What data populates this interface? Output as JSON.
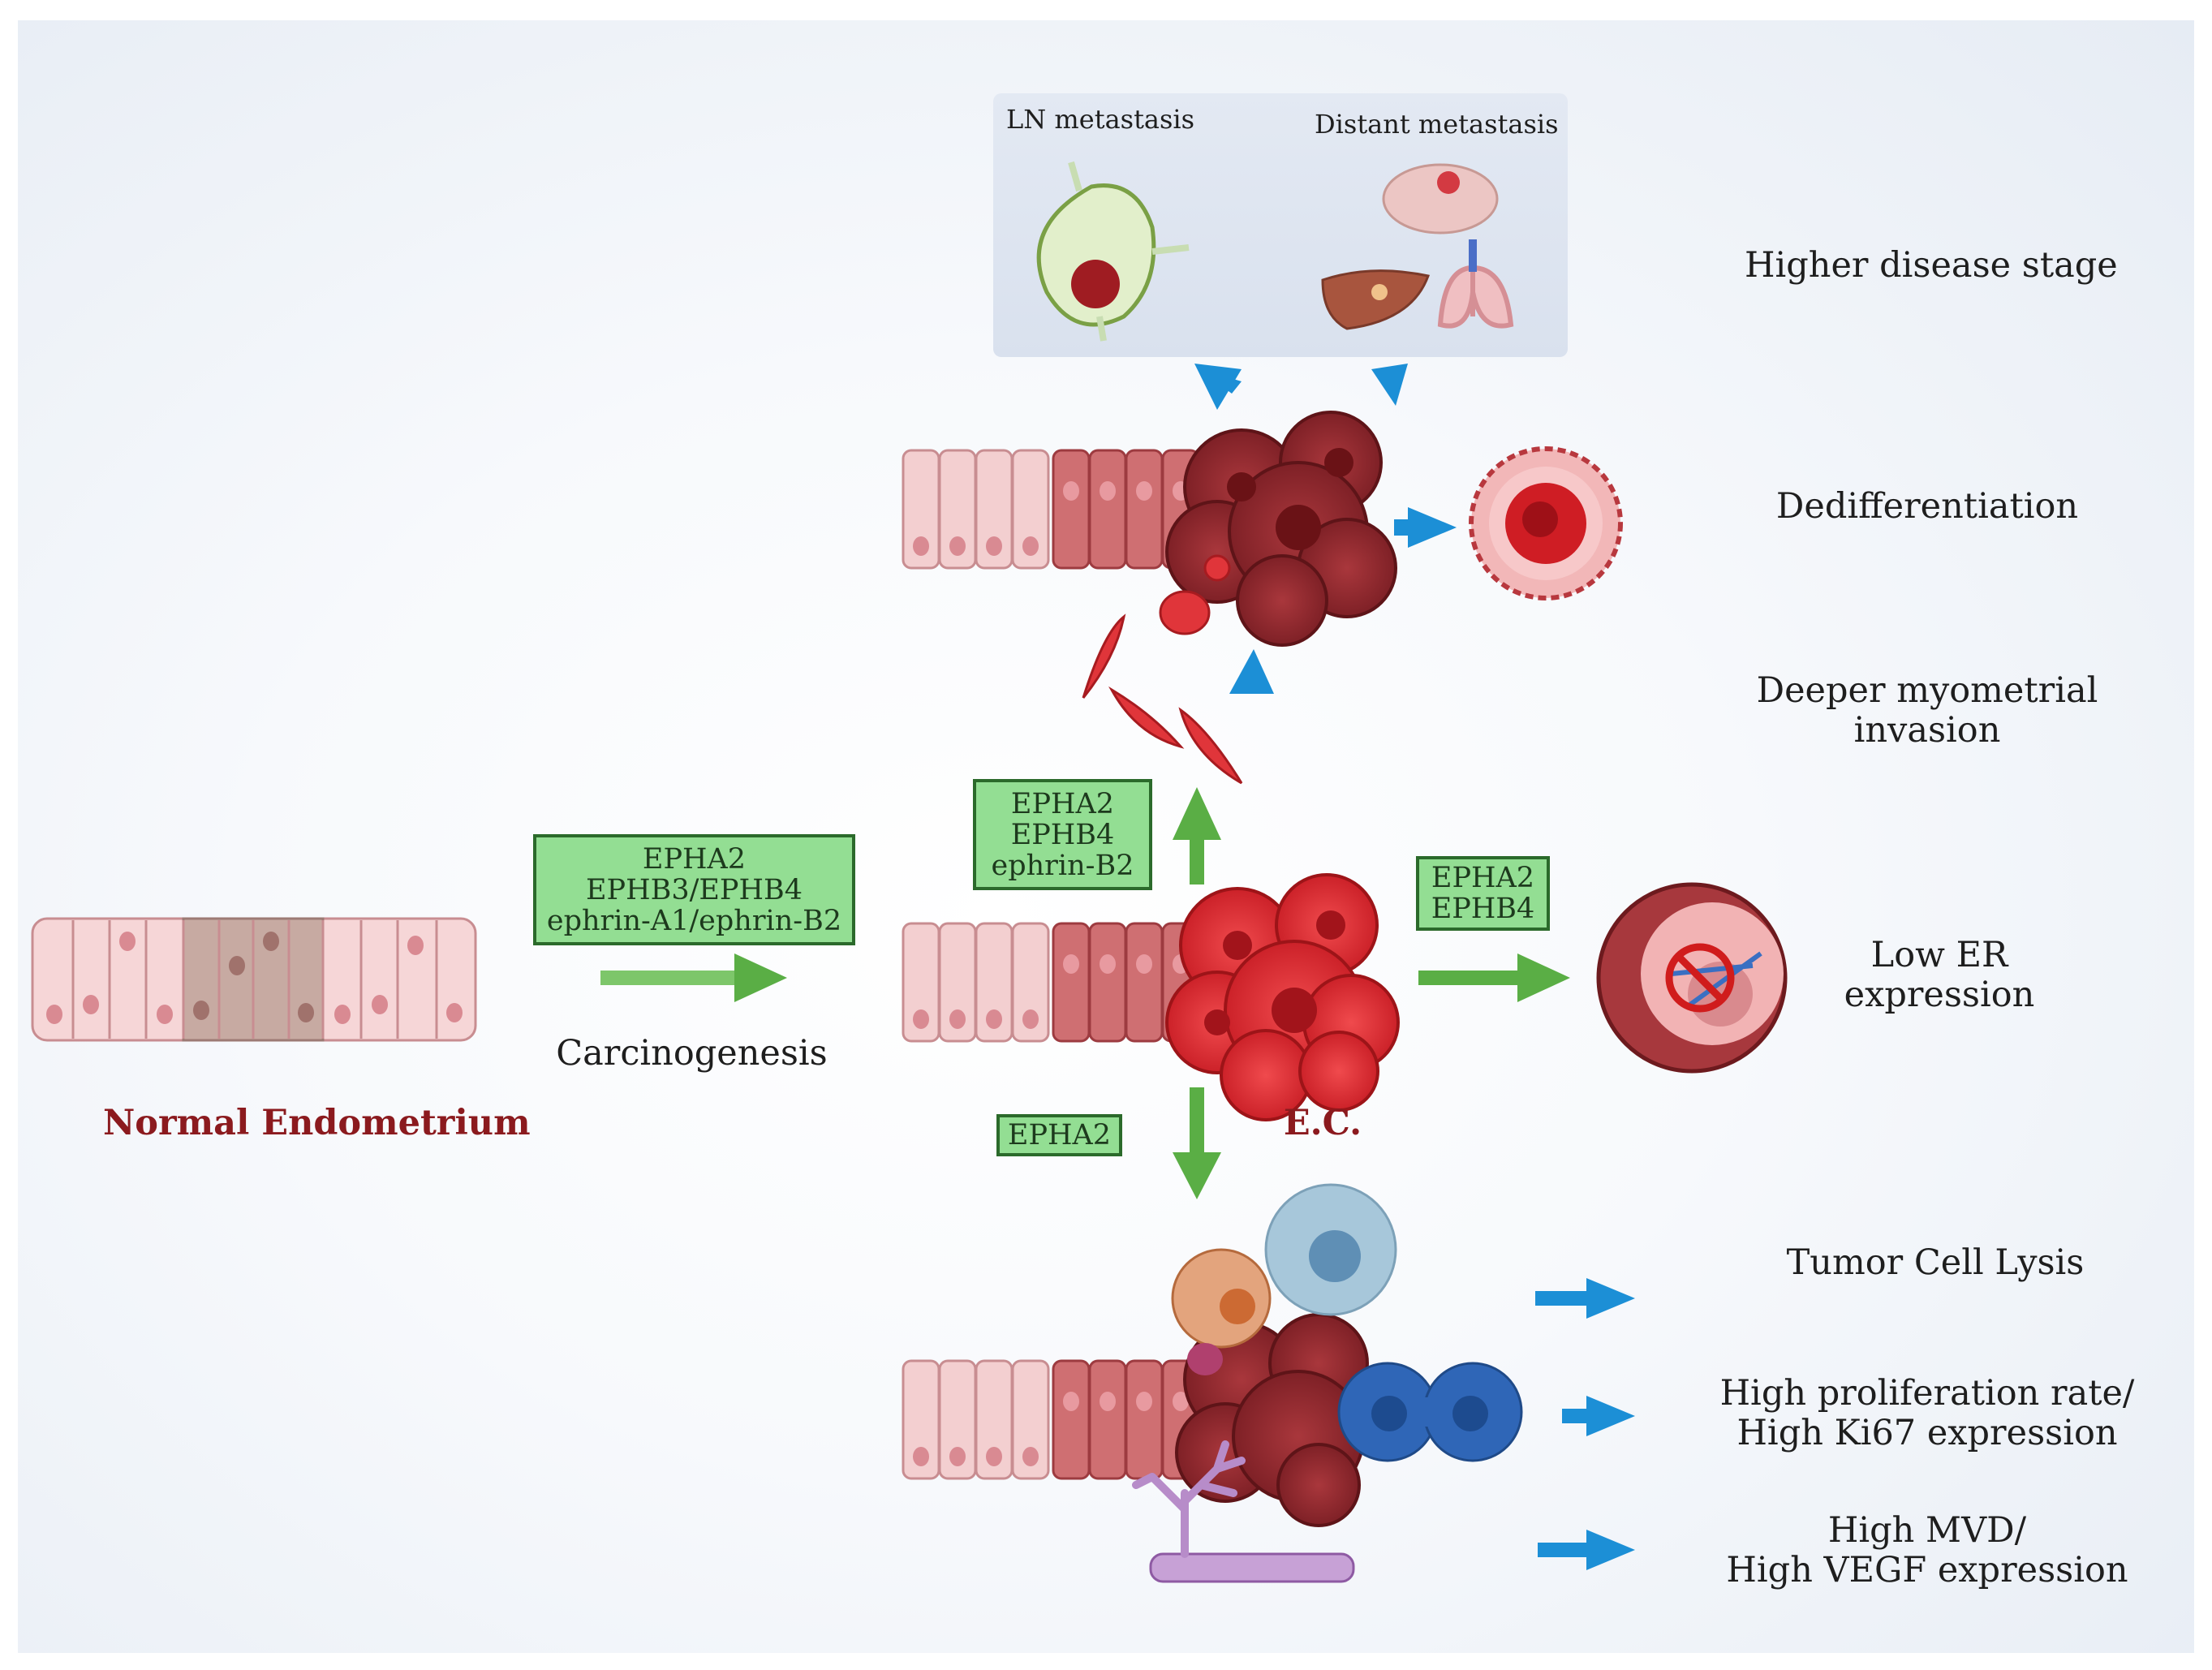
{
  "metastasis_box": {
    "ln_label": "LN metastasis",
    "distant_label": "Distant metastasis"
  },
  "outcomes": {
    "stage": "Higher disease stage",
    "dediff": "Dedifferentiation",
    "invasion_1": "Deeper myometrial",
    "invasion_2": "invasion",
    "er_1": "Low ER",
    "er_2": "expression",
    "lysis": "Tumor Cell Lysis",
    "prolif_1": "High proliferation rate/",
    "prolif_2": "High Ki67 expression",
    "mvd_1": "High MVD/",
    "mvd_2": "High VEGF expression"
  },
  "left": {
    "normal_label": "Normal Endometrium",
    "carcinogenesis_label": "Carcinogenesis",
    "ec_label": "E.C."
  },
  "boxes": {
    "carcino": [
      "EPHA2",
      "EPHB3/EPHB4",
      "ephrin-A1/ephrin-B2"
    ],
    "invasion": [
      "EPHA2",
      "EPHB4",
      "ephrin-B2"
    ],
    "er": [
      "EPHA2",
      "EPHB4"
    ],
    "down": [
      "EPHA2"
    ]
  },
  "colors": {
    "green_arrow": "#5aae45",
    "blue_arrow": "#1c8fd6",
    "box_fill": "#93de93",
    "box_border": "#2b6a2b",
    "title_red": "#8b1a1e"
  }
}
